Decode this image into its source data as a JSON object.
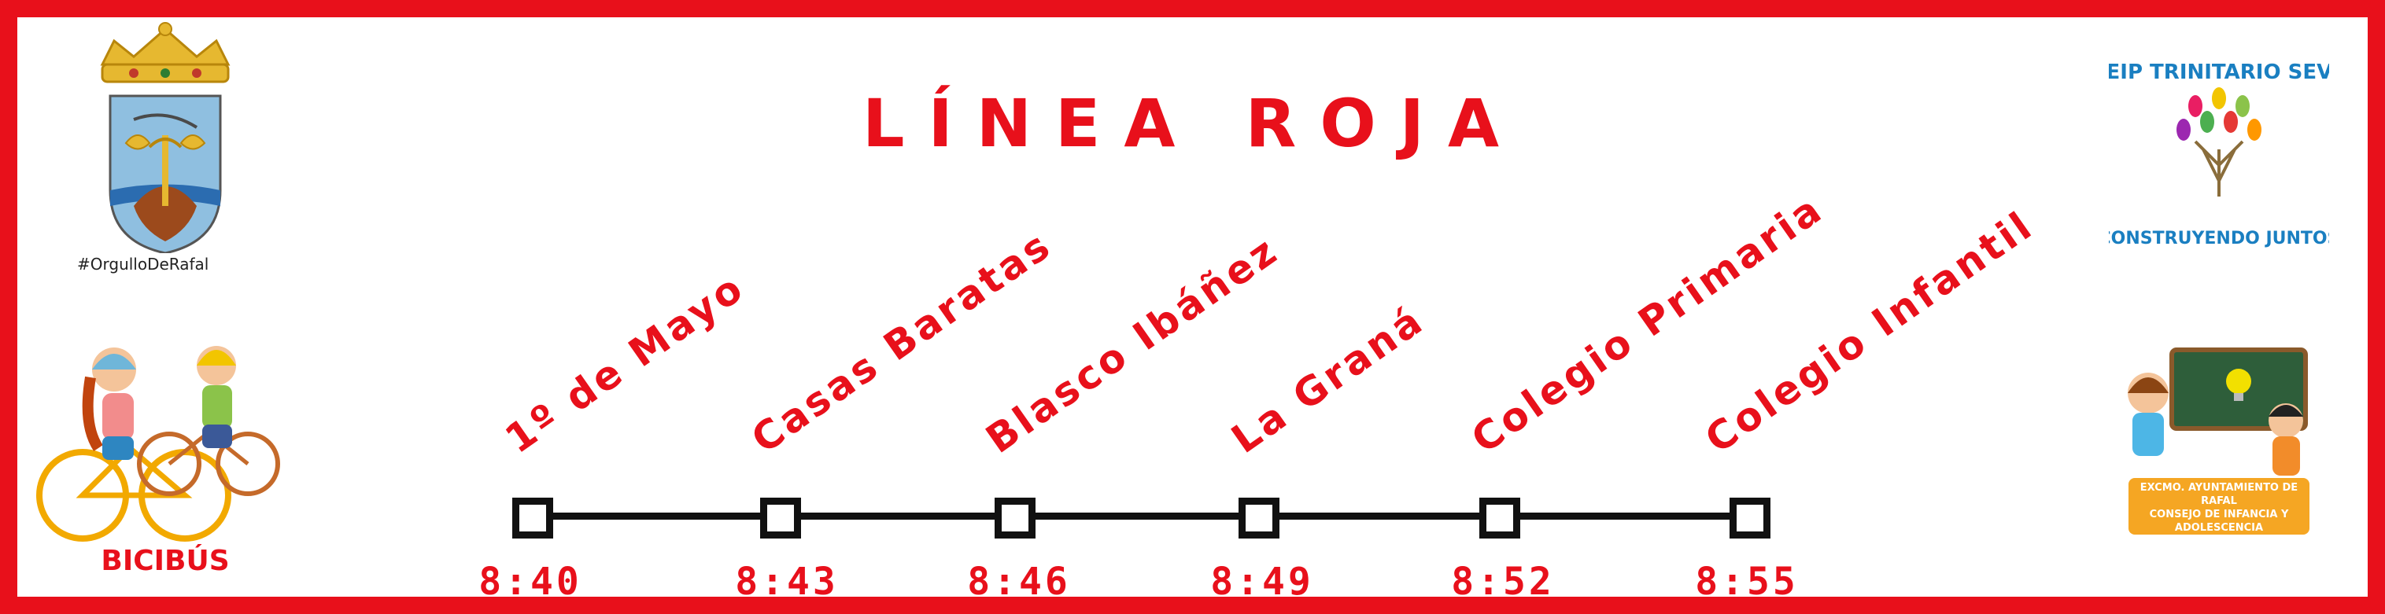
{
  "title": "LÍNEA ROJA",
  "stops": [
    {
      "name": "1º de Mayo",
      "time": "8:40"
    },
    {
      "name": "Casas Baratas",
      "time": "8:43"
    },
    {
      "name": "Blasco Ibáñez",
      "time": "8:46"
    },
    {
      "name": "La Graná",
      "time": "8:49"
    },
    {
      "name": "Colegio Primaria",
      "time": "8:52"
    },
    {
      "name": "Colegio Infantil",
      "time": "8:55"
    }
  ],
  "bicibus_label": "BICIBÚS",
  "rafal_hashtag": "#OrgulloDeRafal",
  "school_logo": {
    "top_text": "CEIP TRINITARIO SEVA",
    "bottom_text": "CONSTRUYENDO JUNTOS"
  },
  "council_badge": {
    "line1": "EXCMO. AYUNTAMIENTO DE RAFAL",
    "line2": "CONSEJO DE INFANCIA Y",
    "line3": "ADOLESCENCIA"
  },
  "colors": {
    "accent_red": "#e8101b",
    "route_line": "#111111",
    "school_blue": "#1a7fc1",
    "badge_orange": "#f5a623"
  },
  "icons": [
    "rafal-coat-of-arms",
    "kids-on-bicycles",
    "ceip-trinitario-seva-logo",
    "kids-blackboard-lightbulb"
  ]
}
